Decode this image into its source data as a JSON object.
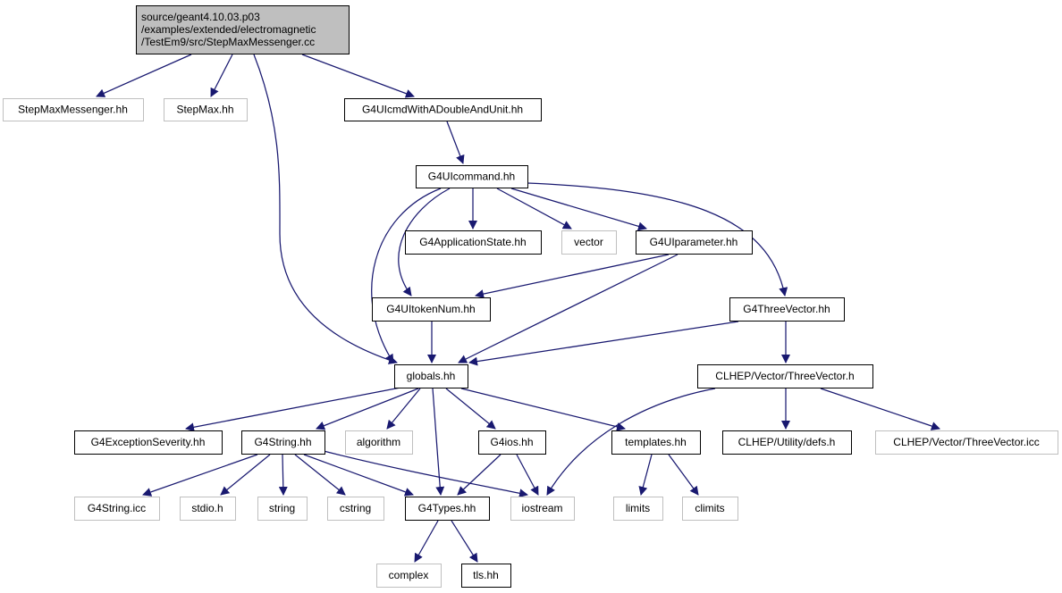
{
  "colors": {
    "edge": "#191970",
    "root_fill": "#bfbfbf",
    "root_border": "#000000",
    "linked_border": "#000000",
    "external_border": "#bfbfbf",
    "node_fill": "#ffffff"
  },
  "nodes": [
    {
      "id": "root",
      "lines": [
        "source/geant4.10.03.p03",
        "/examples/extended/electromagnetic",
        "/TestEm9/src/StepMaxMessenger.cc"
      ],
      "kind": "root"
    },
    {
      "id": "smm_hh",
      "lines": [
        "StepMaxMessenger.hh"
      ],
      "kind": "external"
    },
    {
      "id": "stepmax_hh",
      "lines": [
        "StepMax.hh"
      ],
      "kind": "external"
    },
    {
      "id": "g4uicmd",
      "lines": [
        "G4UIcmdWithADoubleAndUnit.hh"
      ],
      "kind": "linked"
    },
    {
      "id": "g4uicommand",
      "lines": [
        "G4UIcommand.hh"
      ],
      "kind": "linked"
    },
    {
      "id": "g4appstate",
      "lines": [
        "G4ApplicationState.hh"
      ],
      "kind": "linked"
    },
    {
      "id": "vector",
      "lines": [
        "vector"
      ],
      "kind": "external"
    },
    {
      "id": "g4uiparam",
      "lines": [
        "G4UIparameter.hh"
      ],
      "kind": "linked"
    },
    {
      "id": "g4uitoken",
      "lines": [
        "G4UItokenNum.hh"
      ],
      "kind": "linked"
    },
    {
      "id": "g4three",
      "lines": [
        "G4ThreeVector.hh"
      ],
      "kind": "linked"
    },
    {
      "id": "globals",
      "lines": [
        "globals.hh"
      ],
      "kind": "linked"
    },
    {
      "id": "clhep_tv",
      "lines": [
        "CLHEP/Vector/ThreeVector.h"
      ],
      "kind": "linked"
    },
    {
      "id": "g4exc",
      "lines": [
        "G4ExceptionSeverity.hh"
      ],
      "kind": "linked"
    },
    {
      "id": "g4string",
      "lines": [
        "G4String.hh"
      ],
      "kind": "linked"
    },
    {
      "id": "algorithm",
      "lines": [
        "algorithm"
      ],
      "kind": "external"
    },
    {
      "id": "g4ios",
      "lines": [
        "G4ios.hh"
      ],
      "kind": "linked"
    },
    {
      "id": "templates",
      "lines": [
        "templates.hh"
      ],
      "kind": "linked"
    },
    {
      "id": "clhep_defs",
      "lines": [
        "CLHEP/Utility/defs.h"
      ],
      "kind": "linked"
    },
    {
      "id": "clhep_icc",
      "lines": [
        "CLHEP/Vector/ThreeVector.icc"
      ],
      "kind": "external"
    },
    {
      "id": "g4string_icc",
      "lines": [
        "G4String.icc"
      ],
      "kind": "external"
    },
    {
      "id": "stdio",
      "lines": [
        "stdio.h"
      ],
      "kind": "external"
    },
    {
      "id": "string",
      "lines": [
        "string"
      ],
      "kind": "external"
    },
    {
      "id": "cstring",
      "lines": [
        "cstring"
      ],
      "kind": "external"
    },
    {
      "id": "g4types",
      "lines": [
        "G4Types.hh"
      ],
      "kind": "linked"
    },
    {
      "id": "iostream",
      "lines": [
        "iostream"
      ],
      "kind": "external"
    },
    {
      "id": "limits",
      "lines": [
        "limits"
      ],
      "kind": "external"
    },
    {
      "id": "climits",
      "lines": [
        "climits"
      ],
      "kind": "external"
    },
    {
      "id": "complex",
      "lines": [
        "complex"
      ],
      "kind": "external"
    },
    {
      "id": "tls",
      "lines": [
        "tls.hh"
      ],
      "kind": "linked"
    }
  ],
  "edges": [
    {
      "from": "root",
      "to": "smm_hh"
    },
    {
      "from": "root",
      "to": "stepmax_hh"
    },
    {
      "from": "root",
      "to": "g4uicmd"
    },
    {
      "from": "root",
      "to": "globals"
    },
    {
      "from": "g4uicmd",
      "to": "g4uicommand"
    },
    {
      "from": "g4uicommand",
      "to": "g4appstate"
    },
    {
      "from": "g4uicommand",
      "to": "vector"
    },
    {
      "from": "g4uicommand",
      "to": "g4uiparam"
    },
    {
      "from": "g4uicommand",
      "to": "g4three"
    },
    {
      "from": "g4uicommand",
      "to": "g4uitoken"
    },
    {
      "from": "g4uicommand",
      "to": "globals"
    },
    {
      "from": "g4uiparam",
      "to": "g4uitoken"
    },
    {
      "from": "g4uiparam",
      "to": "globals"
    },
    {
      "from": "g4uitoken",
      "to": "globals"
    },
    {
      "from": "g4three",
      "to": "globals"
    },
    {
      "from": "g4three",
      "to": "clhep_tv"
    },
    {
      "from": "globals",
      "to": "g4exc"
    },
    {
      "from": "globals",
      "to": "g4string"
    },
    {
      "from": "globals",
      "to": "algorithm"
    },
    {
      "from": "globals",
      "to": "g4ios"
    },
    {
      "from": "globals",
      "to": "templates"
    },
    {
      "from": "globals",
      "to": "g4types"
    },
    {
      "from": "clhep_tv",
      "to": "iostream"
    },
    {
      "from": "clhep_tv",
      "to": "clhep_defs"
    },
    {
      "from": "clhep_tv",
      "to": "clhep_icc"
    },
    {
      "from": "g4string",
      "to": "g4string_icc"
    },
    {
      "from": "g4string",
      "to": "stdio"
    },
    {
      "from": "g4string",
      "to": "string"
    },
    {
      "from": "g4string",
      "to": "cstring"
    },
    {
      "from": "g4string",
      "to": "g4types"
    },
    {
      "from": "g4string",
      "to": "iostream"
    },
    {
      "from": "g4ios",
      "to": "g4types"
    },
    {
      "from": "g4ios",
      "to": "iostream"
    },
    {
      "from": "templates",
      "to": "limits"
    },
    {
      "from": "templates",
      "to": "climits"
    },
    {
      "from": "g4types",
      "to": "complex"
    },
    {
      "from": "g4types",
      "to": "tls"
    }
  ]
}
